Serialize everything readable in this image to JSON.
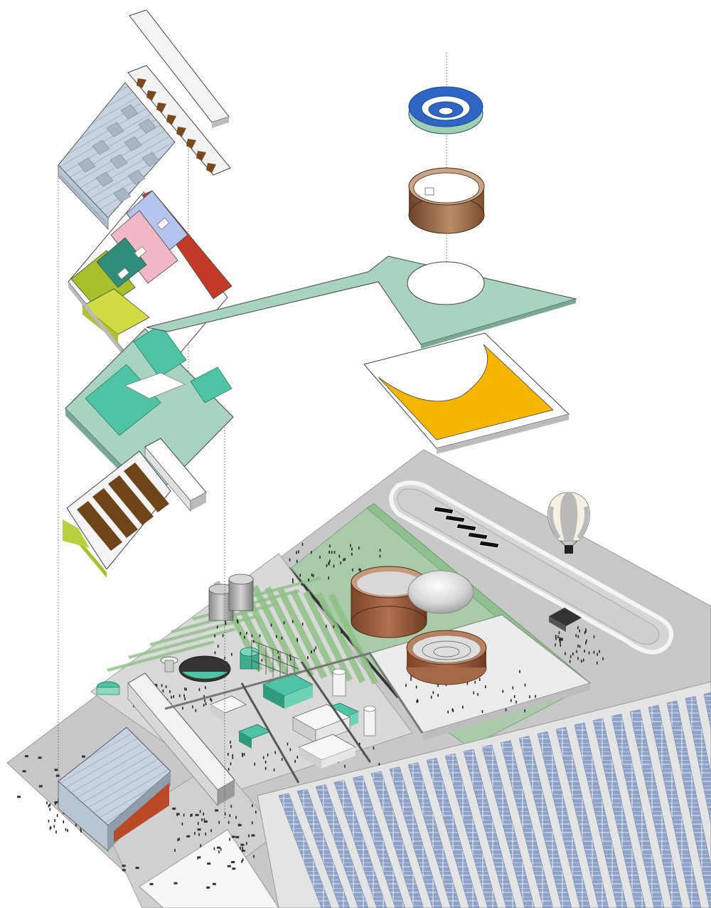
{
  "diagram": {
    "kind": "exploded-axonometric-site-plan",
    "caption": "",
    "colors": {
      "background": "#ffffff",
      "ground": "#c8c8c8",
      "ground_light": "#dcdcdc",
      "plaza": "#e9e9e9",
      "landscape_green": "#a9cba9",
      "strip_green": "#8fbf86",
      "teal": "#4fc4a4",
      "mint": "#a8d3be",
      "pink": "#f2b8c6",
      "lavender": "#b4c4ee",
      "red": "#c33a28",
      "olive": "#a7c02c",
      "lime": "#d0dc42",
      "yellow": "#f5b500",
      "brown": "#8a5a35",
      "tan": "#b49270",
      "ramp_blue": "#2f66c6",
      "ramp_green": "#9fd0b0",
      "solar_blue": "#8ea2c7",
      "roof_grey": "#c2d0dc",
      "balloon_grey": "#b9b9b9",
      "balloon_cream": "#f3f1e2"
    },
    "layers": [
      {
        "name": "roof-shell"
      },
      {
        "name": "skylight-panel"
      },
      {
        "name": "ceiling-frame"
      },
      {
        "name": "upper-program-floor"
      },
      {
        "name": "green-floor-plate"
      },
      {
        "name": "ground-floor-frame"
      },
      {
        "name": "stair-core"
      },
      {
        "name": "spiral-ramp"
      },
      {
        "name": "cylinder-wall"
      },
      {
        "name": "elevated-walkway-plate"
      },
      {
        "name": "curved-yellow-deck"
      },
      {
        "name": "site-base"
      }
    ],
    "site_elements": [
      {
        "name": "race-track"
      },
      {
        "name": "bus-row"
      },
      {
        "name": "hot-air-balloon"
      },
      {
        "name": "brown-cylinder-tank"
      },
      {
        "name": "ring-amphitheatre"
      },
      {
        "name": "oval-dome"
      },
      {
        "name": "twin-silos"
      },
      {
        "name": "round-pool"
      },
      {
        "name": "teal-factory-blocks"
      },
      {
        "name": "solar-panel-field"
      },
      {
        "name": "parking-lot"
      },
      {
        "name": "ground-level-building"
      },
      {
        "name": "crowd-figures"
      }
    ]
  }
}
